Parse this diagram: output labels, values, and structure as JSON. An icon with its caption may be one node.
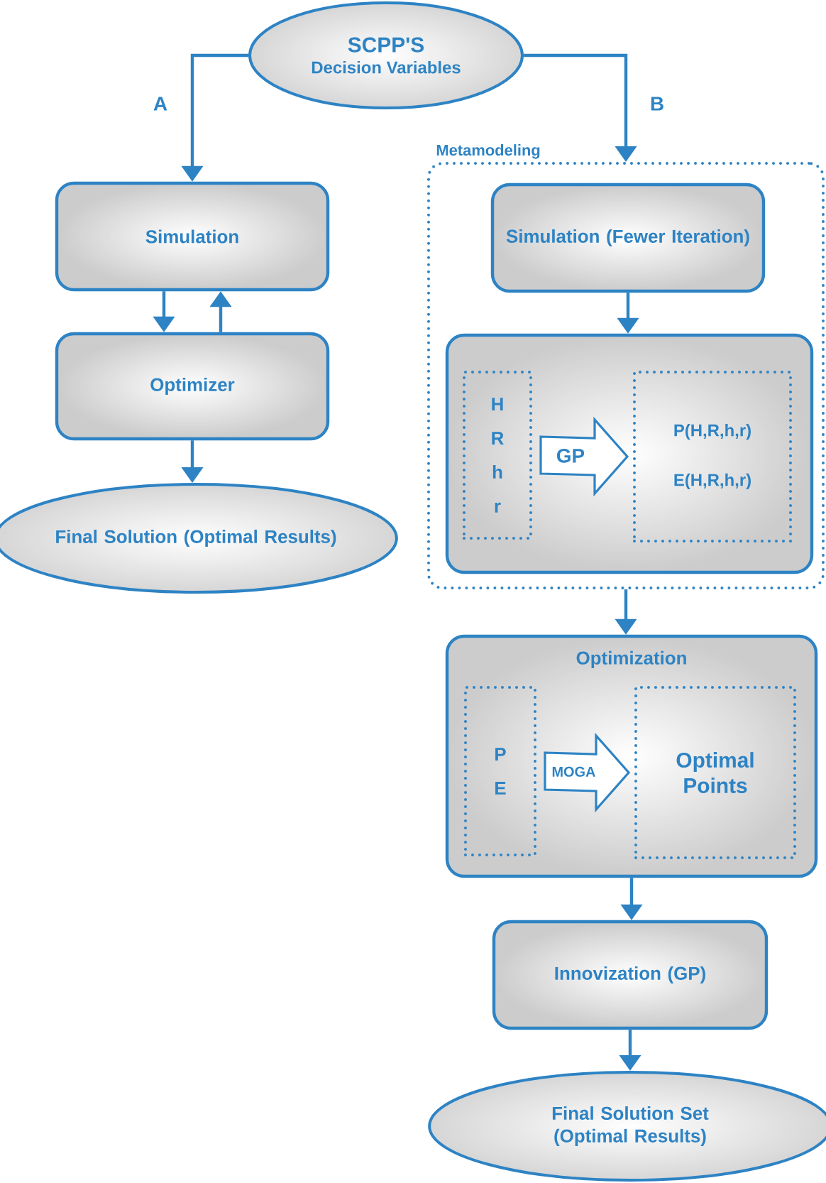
{
  "diagram": {
    "nodes": [
      {
        "text": [
          "SCPP'S",
          "Decision Variables"
        ]
      },
      {
        "text": [
          "Simulation"
        ]
      },
      {
        "text": [
          "Optimizer"
        ]
      },
      {
        "text": [
          "Final Solution (Optimal Results)"
        ]
      },
      {
        "text": [
          "Metamodeling"
        ]
      },
      {
        "text": [
          "Simulation (Fewer Iteration)"
        ],
        "in": 4
      },
      {
        "text": [],
        "shape": "box",
        "in": 4
      },
      {
        "text": [
          "H",
          "R",
          "h",
          "r"
        ],
        "in": 6
      },
      {
        "text": [
          "P(H,R,h,r)",
          "E(H,R,h,r)"
        ],
        "in": 6
      },
      {
        "text": [
          "Optimization"
        ]
      },
      {
        "text": [
          "P",
          "E"
        ],
        "in": 9
      },
      {
        "text": [
          "Optimal Points"
        ],
        "in": 9
      },
      {
        "text": [
          "Innovization (GP)"
        ]
      },
      {
        "text": [
          "Final Solution Set (Optimal Results)"
        ]
      }
    ],
    "edges": [
      {
        "from": 0,
        "to": 1,
        "arrow": "to",
        "label": "A"
      },
      {
        "from": 0,
        "to": 4,
        "arrow": "to",
        "label": "B"
      },
      {
        "from": 1,
        "to": 2,
        "arrow": "to"
      },
      {
        "from": 2,
        "to": 1,
        "arrow": "to"
      },
      {
        "from": 2,
        "to": 3,
        "arrow": "to"
      },
      {
        "from": 5,
        "to": 6,
        "arrow": "to"
      },
      {
        "from": 7,
        "to": 8,
        "arrow": "to",
        "label": "GP",
        "style": "thick"
      },
      {
        "from": 4,
        "to": 9,
        "arrow": "to"
      },
      {
        "from": 10,
        "to": 11,
        "arrow": "to",
        "label": "MOGA",
        "style": "thick"
      },
      {
        "from": 9,
        "to": 12,
        "arrow": "to"
      },
      {
        "from": 12,
        "to": 13,
        "arrow": "to"
      }
    ]
  }
}
